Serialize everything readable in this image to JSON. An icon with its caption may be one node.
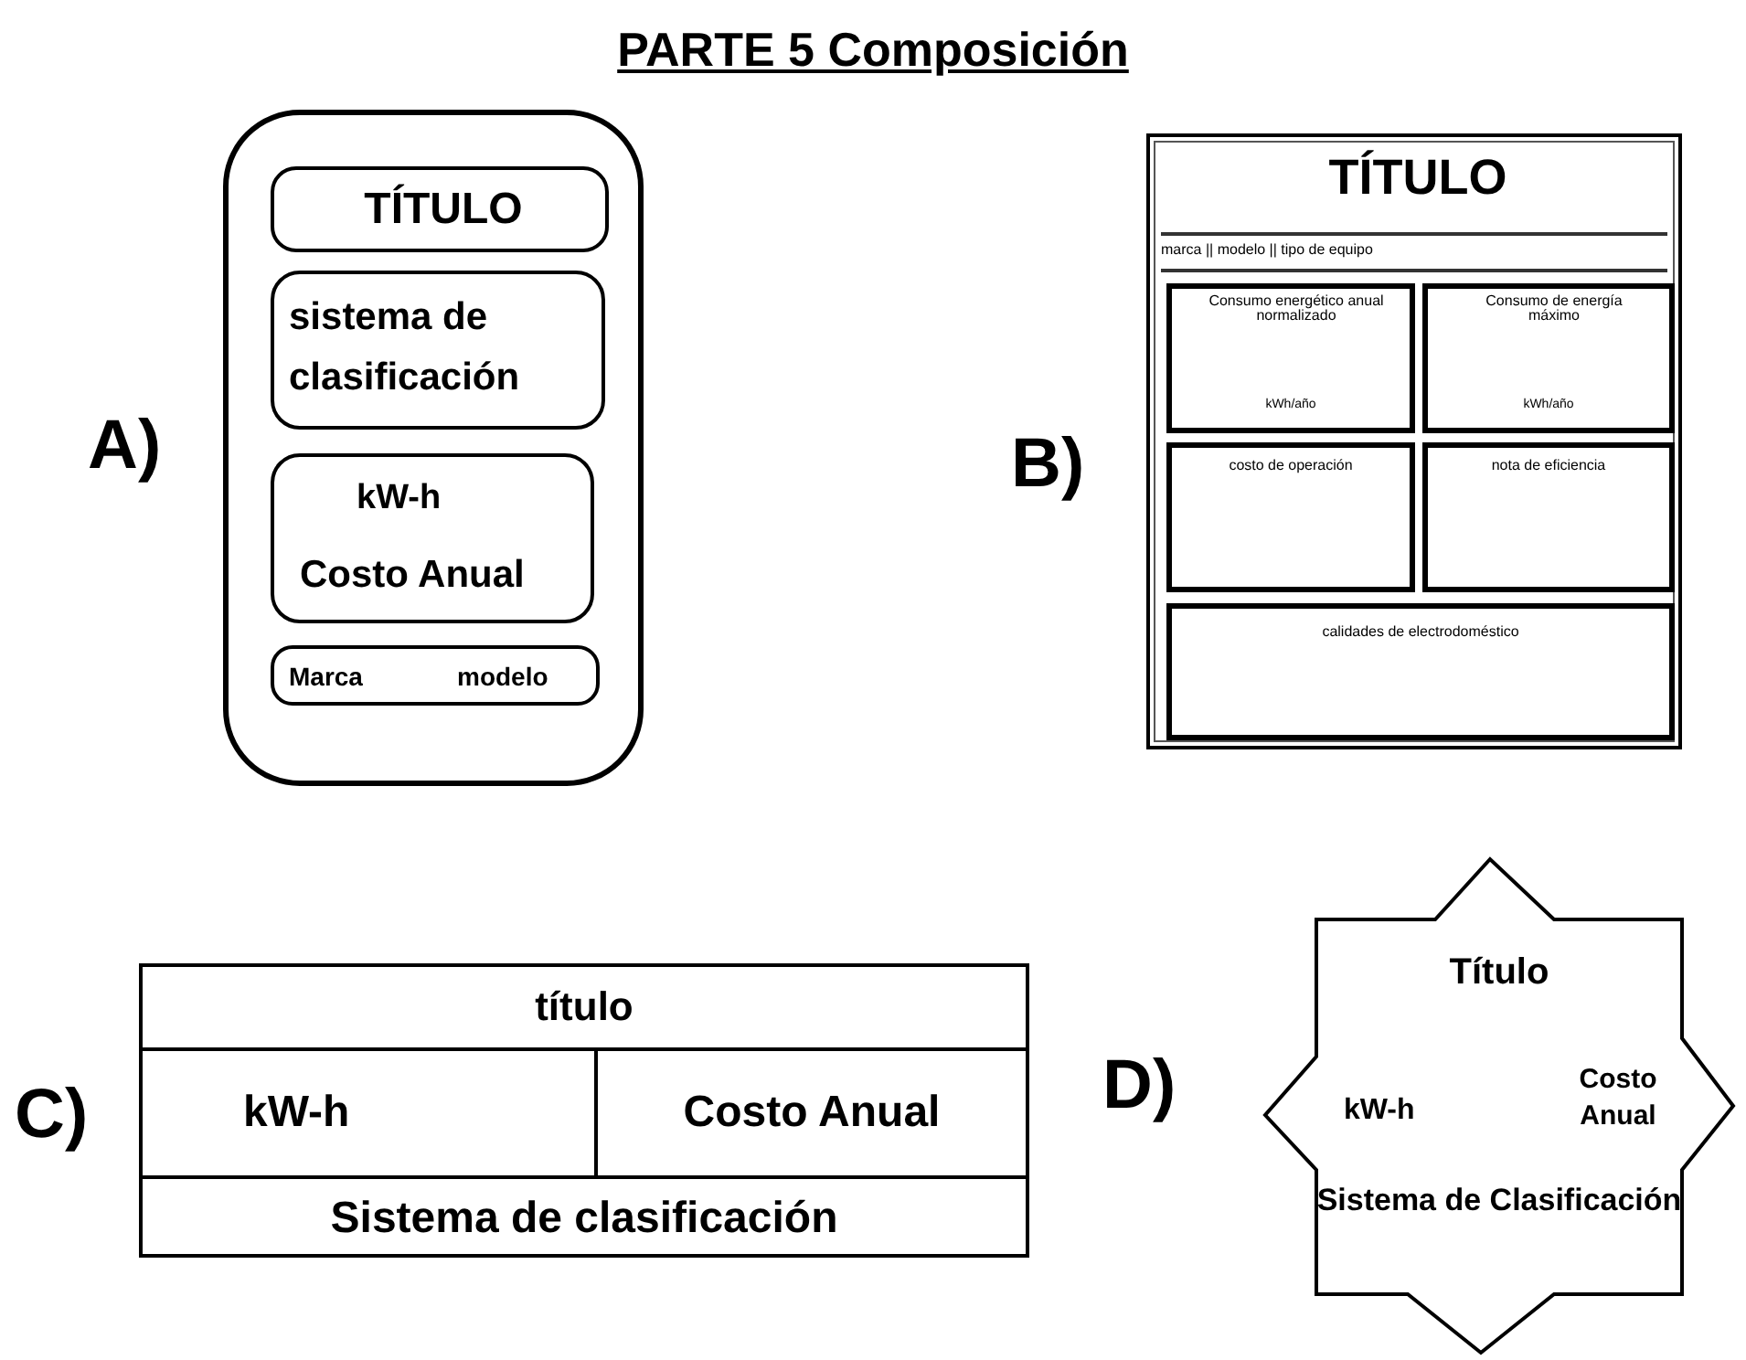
{
  "diagram": {
    "title": "PARTE 5 Composición",
    "nodes": [
      {
        "text": [],
        "shape": "box",
        "beside": [
          "A)"
        ]
      },
      {
        "text": [
          "TÍTULO"
        ],
        "in": 0
      },
      {
        "text": [
          "sistema de clasificación"
        ],
        "in": 0
      },
      {
        "text": [
          "kW-h",
          "Costo Anual"
        ],
        "in": 0
      },
      {
        "text": [
          "Marca",
          "modelo"
        ],
        "in": 0
      },
      {
        "text": [
          "TÍTULO",
          "marca || modelo || tipo de equipo"
        ],
        "beside": [
          "B)"
        ]
      },
      {
        "text": [
          "Consumo energético anual normalizado",
          "kWh/año"
        ],
        "in": 5
      },
      {
        "text": [
          "Consumo de energía máximo",
          "kWh/año"
        ],
        "in": 5
      },
      {
        "text": [
          "costo de operación"
        ],
        "in": 5
      },
      {
        "text": [
          "nota de eficiencia"
        ],
        "in": 5
      },
      {
        "text": [
          "calidades de electrodoméstico"
        ],
        "in": 5
      },
      {
        "text": [],
        "shape": "box",
        "beside": [
          "C)"
        ]
      },
      {
        "text": [
          "título"
        ],
        "in": 11
      },
      {
        "text": [
          "kW-h"
        ],
        "in": 11
      },
      {
        "text": [
          "Costo Anual"
        ],
        "in": 11
      },
      {
        "text": [
          "Sistema de clasificación"
        ],
        "in": 11
      },
      {
        "text": [
          "Título",
          "kW-h",
          "Costo Anual",
          "Sistema de Clasificación"
        ],
        "beside": [
          "D)"
        ]
      }
    ]
  }
}
